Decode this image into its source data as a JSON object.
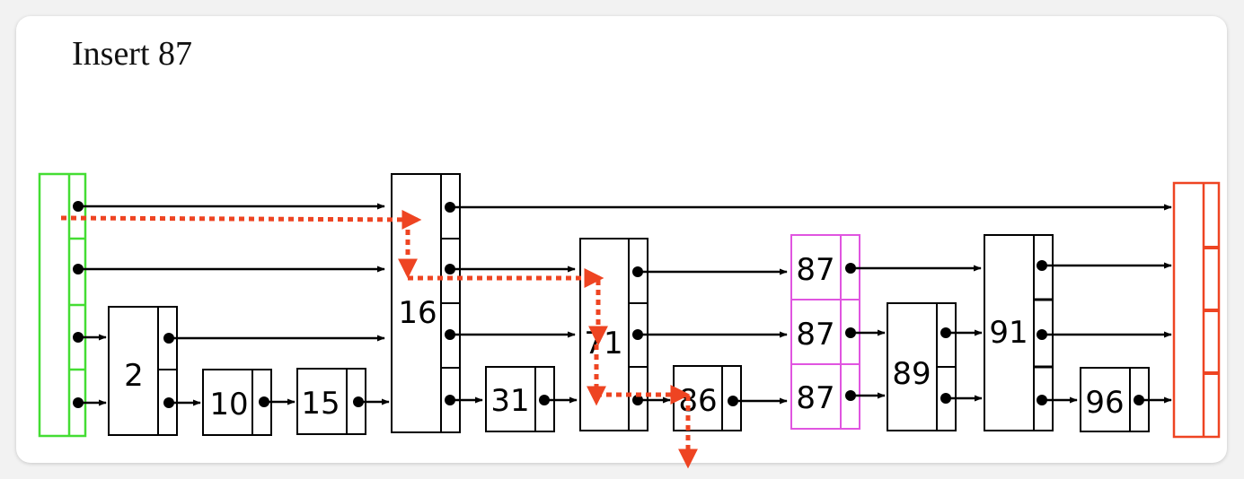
{
  "title": "Insert 87",
  "colors": {
    "head": "#44dd33",
    "tail": "#ee4422",
    "inserted": "#e055e0",
    "search_path": "#ee4422",
    "node": "#000000"
  },
  "nodes": [
    {
      "id": "n2",
      "key": "2"
    },
    {
      "id": "n10",
      "key": "10"
    },
    {
      "id": "n15",
      "key": "15"
    },
    {
      "id": "n16",
      "key": "16"
    },
    {
      "id": "n31",
      "key": "31"
    },
    {
      "id": "n71",
      "key": "71"
    },
    {
      "id": "n86",
      "key": "86"
    },
    {
      "id": "n87a",
      "key": "87"
    },
    {
      "id": "n87b",
      "key": "87"
    },
    {
      "id": "n87c",
      "key": "87"
    },
    {
      "id": "n89",
      "key": "89"
    },
    {
      "id": "n91",
      "key": "91"
    },
    {
      "id": "n96",
      "key": "96"
    }
  ]
}
